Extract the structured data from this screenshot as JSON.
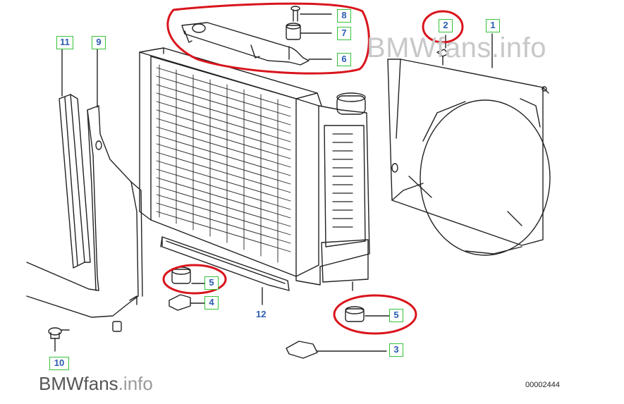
{
  "diagram": {
    "callouts": [
      {
        "id": "c1",
        "label": "1"
      },
      {
        "id": "c2",
        "label": "2"
      },
      {
        "id": "c3",
        "label": "3"
      },
      {
        "id": "c4",
        "label": "4"
      },
      {
        "id": "c5a",
        "label": "5"
      },
      {
        "id": "c5b",
        "label": "5"
      },
      {
        "id": "c6",
        "label": "6"
      },
      {
        "id": "c7",
        "label": "7"
      },
      {
        "id": "c8",
        "label": "8"
      },
      {
        "id": "c9",
        "label": "9"
      },
      {
        "id": "c10",
        "label": "10"
      },
      {
        "id": "c11",
        "label": "11"
      }
    ],
    "label_12": "12",
    "diagram_number": "00002444",
    "colors": {
      "outline": "#222222",
      "callout_border": "#36c23a",
      "callout_text": "#2b5bb0",
      "highlight": "#d9141c"
    }
  },
  "watermark": {
    "top_brand": "BMWfans",
    "top_suffix": ".info",
    "bottom_brand": "BMWfans",
    "bottom_suffix": ".info"
  }
}
